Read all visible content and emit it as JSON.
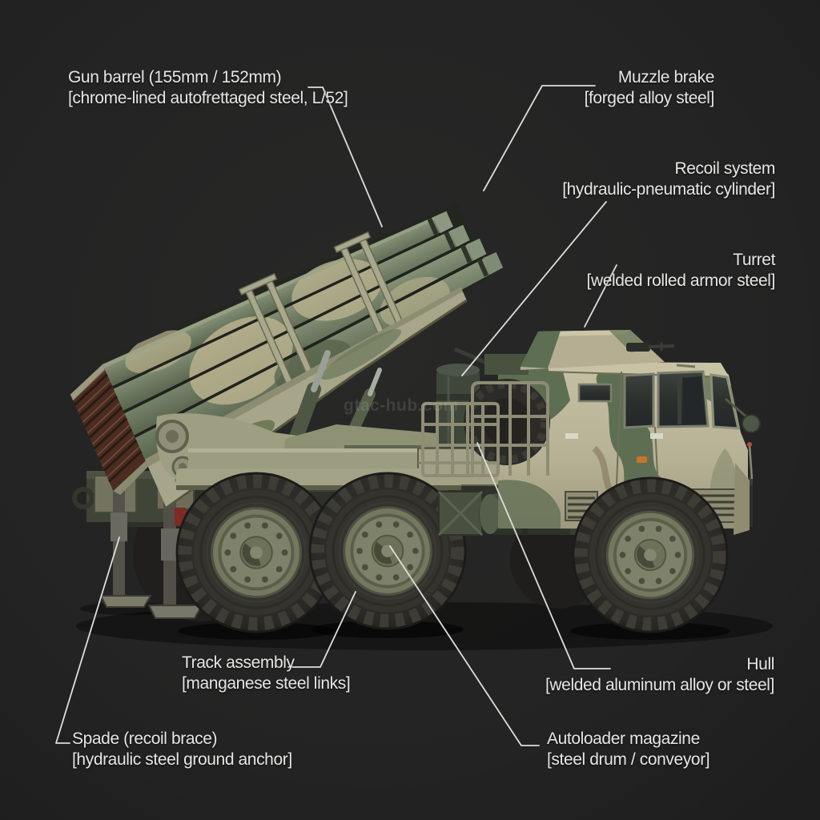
{
  "page": {
    "background_color": "#242424",
    "subject": "Self-propelled multiple rocket launcher truck, left side view, annotated parts diagram"
  },
  "watermark": {
    "text": "gtac-hub.com"
  },
  "diagram": {
    "labels": [
      {
        "part": "Gun barrel (155mm / 152mm)",
        "spec": "[chrome-lined autofrettaged steel, L/52]"
      },
      {
        "part": "Muzzle brake",
        "spec": "[forged alloy steel]"
      },
      {
        "part": "Recoil system",
        "spec": "[hydraulic-pneumatic cylinder]"
      },
      {
        "part": "Turret",
        "spec": "[welded rolled armor steel]"
      },
      {
        "part": "Track assembly",
        "spec": "[manganese steel links]"
      },
      {
        "part": "Hull",
        "spec": "[welded aluminum alloy or steel]"
      },
      {
        "part": "Spade (recoil brace)",
        "spec": "[hydraulic steel ground anchor]"
      },
      {
        "part": "Autoloader magazine",
        "spec": "[steel drum / conveyor]"
      }
    ],
    "colors": {
      "leader_line": "#dededb",
      "label_text": "#e6e6e4",
      "camo_tan": "#bdb79a",
      "camo_green": "#5e6e52",
      "camo_dark_olive": "#3f463a",
      "rocket_tube_green": "#76836b",
      "tube_end_face_maroon": "#4a2f27",
      "tire": "#2d2c29",
      "rim_olive": "#75785f"
    }
  }
}
